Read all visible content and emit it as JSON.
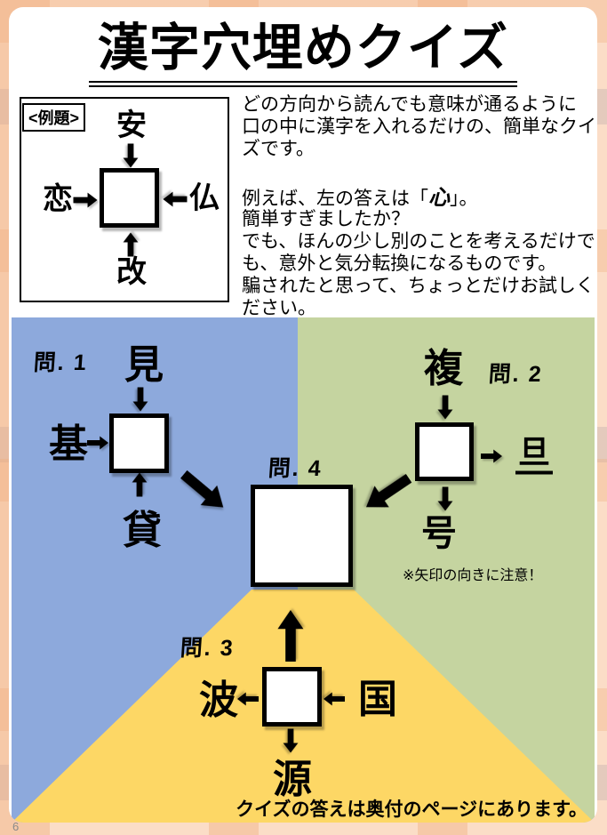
{
  "title": "漢字穴埋めクイズ",
  "page_number": "6",
  "example": {
    "label": "<例題>",
    "top_kanji": "安",
    "left_kanji": "恋",
    "right_kanji": "仏",
    "bottom_kanji": "改",
    "arrows": [
      "安→□",
      "恋→□",
      "仏→□",
      "改→□"
    ]
  },
  "intro": {
    "lines_before": [
      "どの方向から読んでも意味が通るように",
      "口の中に漢字を入れるだけの、簡単なクイ",
      "ズです。"
    ],
    "answer_line": {
      "pre": "例えば、左の答えは「",
      "kanji": "心",
      "post": "」。"
    },
    "lines_after": [
      "簡単すぎましたか？",
      "でも、ほんの少し別のことを考えるだけで",
      "も、意外と気分転換になるものです。",
      "騙されたと思って、ちょっとだけお試しく",
      "ださい。"
    ]
  },
  "quiz": {
    "q1": {
      "label": "問. 1",
      "top_kanji": "見",
      "left_kanji": "基",
      "bottom_kanji": "貸",
      "arrows": [
        "見→□",
        "基→□",
        "貸→□",
        "□→問4"
      ]
    },
    "q2": {
      "label": "問. 2",
      "top_kanji": "複",
      "right_kanji": "旦",
      "bottom_kanji": "号",
      "arrows": [
        "複→□",
        "□→旦",
        "□→号",
        "□→問4"
      ],
      "note": "※矢印の向きに注意！"
    },
    "q3": {
      "label": "問. 3",
      "left_kanji": "波",
      "right_kanji": "国",
      "bottom_kanji": "源",
      "arrows": [
        "□→波",
        "国→□",
        "□→源",
        "□→問4"
      ]
    },
    "q4": {
      "label": "問. 4"
    },
    "footer": "クイズの答えは奥付のページにあります。"
  },
  "colors": {
    "region_blue": "#8DA9DC",
    "region_green": "#C5D4A0",
    "region_yellow": "#FDD765",
    "outer_background": "#FBDDC7",
    "page_background": "#FFFFFF"
  }
}
